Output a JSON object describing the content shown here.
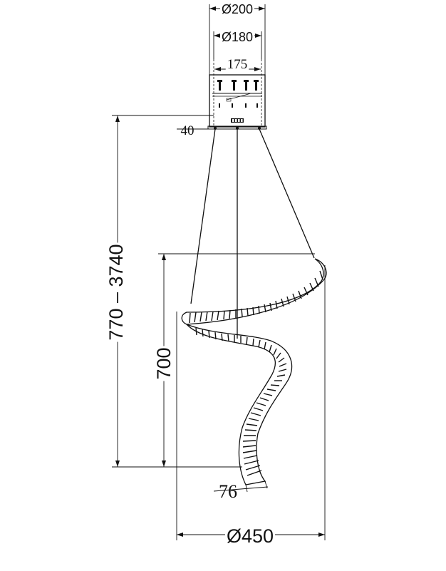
{
  "dimensions": {
    "canopy_outer_diameter": "Ø200",
    "canopy_inner_diameter": "Ø180",
    "mount_spacing": "175",
    "canopy_height": "40",
    "total_height_range": "770 – 3740",
    "spiral_height": "700",
    "band_width": "76",
    "overall_diameter": "Ø450"
  }
}
